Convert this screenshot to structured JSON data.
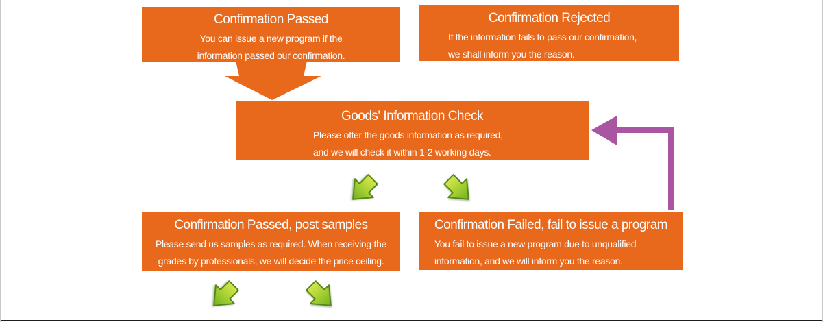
{
  "flowchart": {
    "boxes": [
      {
        "id": "confirmation-passed",
        "title": "Confirmation Passed",
        "body": [
          "You can issue a new program if the",
          "information passed our confirmation."
        ]
      },
      {
        "id": "confirmation-rejected",
        "title": "Confirmation Rejected",
        "body": [
          "If the  information fails to pass our confirmation,",
          "we shall inform you the reason."
        ]
      },
      {
        "id": "goods-information-check",
        "title": "Goods' Information Check",
        "body": [
          "Please offer the goods information as required,",
          "and we will check it within 1-2 working days."
        ]
      },
      {
        "id": "confirmation-passed-post-samples",
        "title": "Confirmation Passed, post samples",
        "body": [
          "Please send us samples as required. When receiving the",
          "grades by professionals, we will decide the price ceiling."
        ]
      },
      {
        "id": "confirmation-failed-fail-to-issue",
        "title": "Confirmation Failed, fail to issue a program",
        "body": [
          "You fail to issue a new program due to unqualified",
          "information, and we will inform you the reason."
        ]
      }
    ],
    "arrows": [
      {
        "icon": "big-down-arrow-icon",
        "from": "confirmation-passed",
        "to": "goods-information-check",
        "color": "#e8681c"
      },
      {
        "icon": "down-left-arrow-icon",
        "from": "goods-information-check",
        "to": "confirmation-passed-post-samples",
        "color": "#8fc42e"
      },
      {
        "icon": "down-right-arrow-icon",
        "from": "goods-information-check",
        "to": "confirmation-failed-fail-to-issue",
        "color": "#8fc42e"
      },
      {
        "icon": "return-left-arrow-icon",
        "from": "confirmation-failed-fail-to-issue",
        "to": "goods-information-check",
        "color": "#aa55a1"
      },
      {
        "icon": "down-left-arrow-icon",
        "from": "confirmation-passed-post-samples",
        "to": "",
        "color": "#8fc42e"
      },
      {
        "icon": "down-right-arrow-icon",
        "from": "confirmation-passed-post-samples",
        "to": "",
        "color": "#8fc42e"
      }
    ],
    "colors": {
      "box_orange": "#e8681c",
      "green_light": "#d9e84f",
      "green_mid": "#abd234",
      "green_dark": "#6fae20",
      "green_edge": "#55851d",
      "purple": "#aa55a1",
      "bottom_rule": "#1e1e1e",
      "side_border": "#c9c9c9",
      "text": "#ffffff"
    }
  }
}
